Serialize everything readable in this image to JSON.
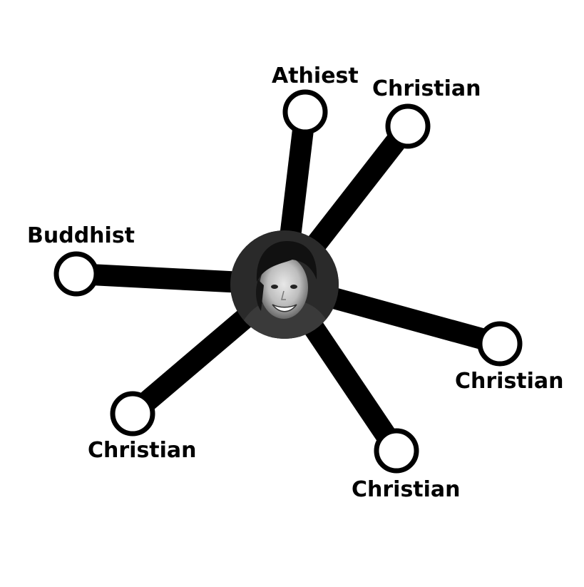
{
  "diagram": {
    "center": {
      "name": "person-photo"
    },
    "nodes": [
      {
        "id": "n1",
        "label": "Athiest"
      },
      {
        "id": "n2",
        "label": "Christian"
      },
      {
        "id": "n3",
        "label": "Buddhist"
      },
      {
        "id": "n4",
        "label": "Christian"
      },
      {
        "id": "n5",
        "label": "Christian"
      },
      {
        "id": "n6",
        "label": "Christian"
      }
    ],
    "colors": {
      "line": "#000000",
      "node_fill": "#ffffff",
      "text": "#000000"
    }
  }
}
